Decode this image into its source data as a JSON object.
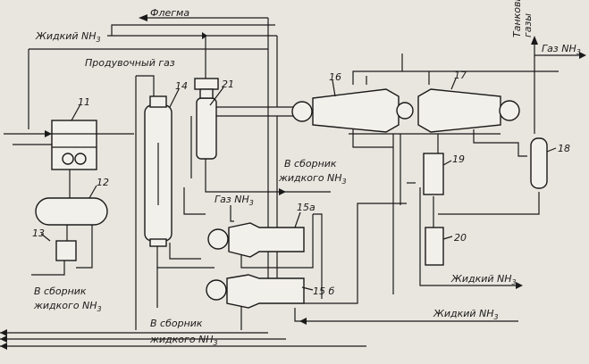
{
  "colors": {
    "ink": "#1a1a1a",
    "paper": "#e9e6df"
  },
  "labels": {
    "flegma": "Флегма",
    "liquid_nh3_top": "Жидкий NH",
    "purge_gas": "Продувочный газ",
    "tank_gases_1": "Танковые",
    "tank_gases_2": "газы",
    "gas_nh3_right": "Газ NH",
    "to_collector_mid_1": "В сборник",
    "to_collector_mid_2": "жидкого NH",
    "gas_nh3_mid": "Газ NH",
    "to_collector_left_1": "В сборник",
    "to_collector_left_2": "жидкого NH",
    "to_collector_bottom_1": "В сборник",
    "to_collector_bottom_2": "жидкого NH",
    "liquid_nh3_right_1": "Жидкий NH",
    "liquid_nh3_right_2": "Жидкий NH",
    "subscript_3": "3"
  },
  "equipment": {
    "n11": "11",
    "n12": "12",
    "n13": "13",
    "n14": "14",
    "n21": "21",
    "n16": "16",
    "n17": "17",
    "n18": "18",
    "n19": "19",
    "n20": "20",
    "n15a": "15а",
    "n15b": "15 б"
  }
}
